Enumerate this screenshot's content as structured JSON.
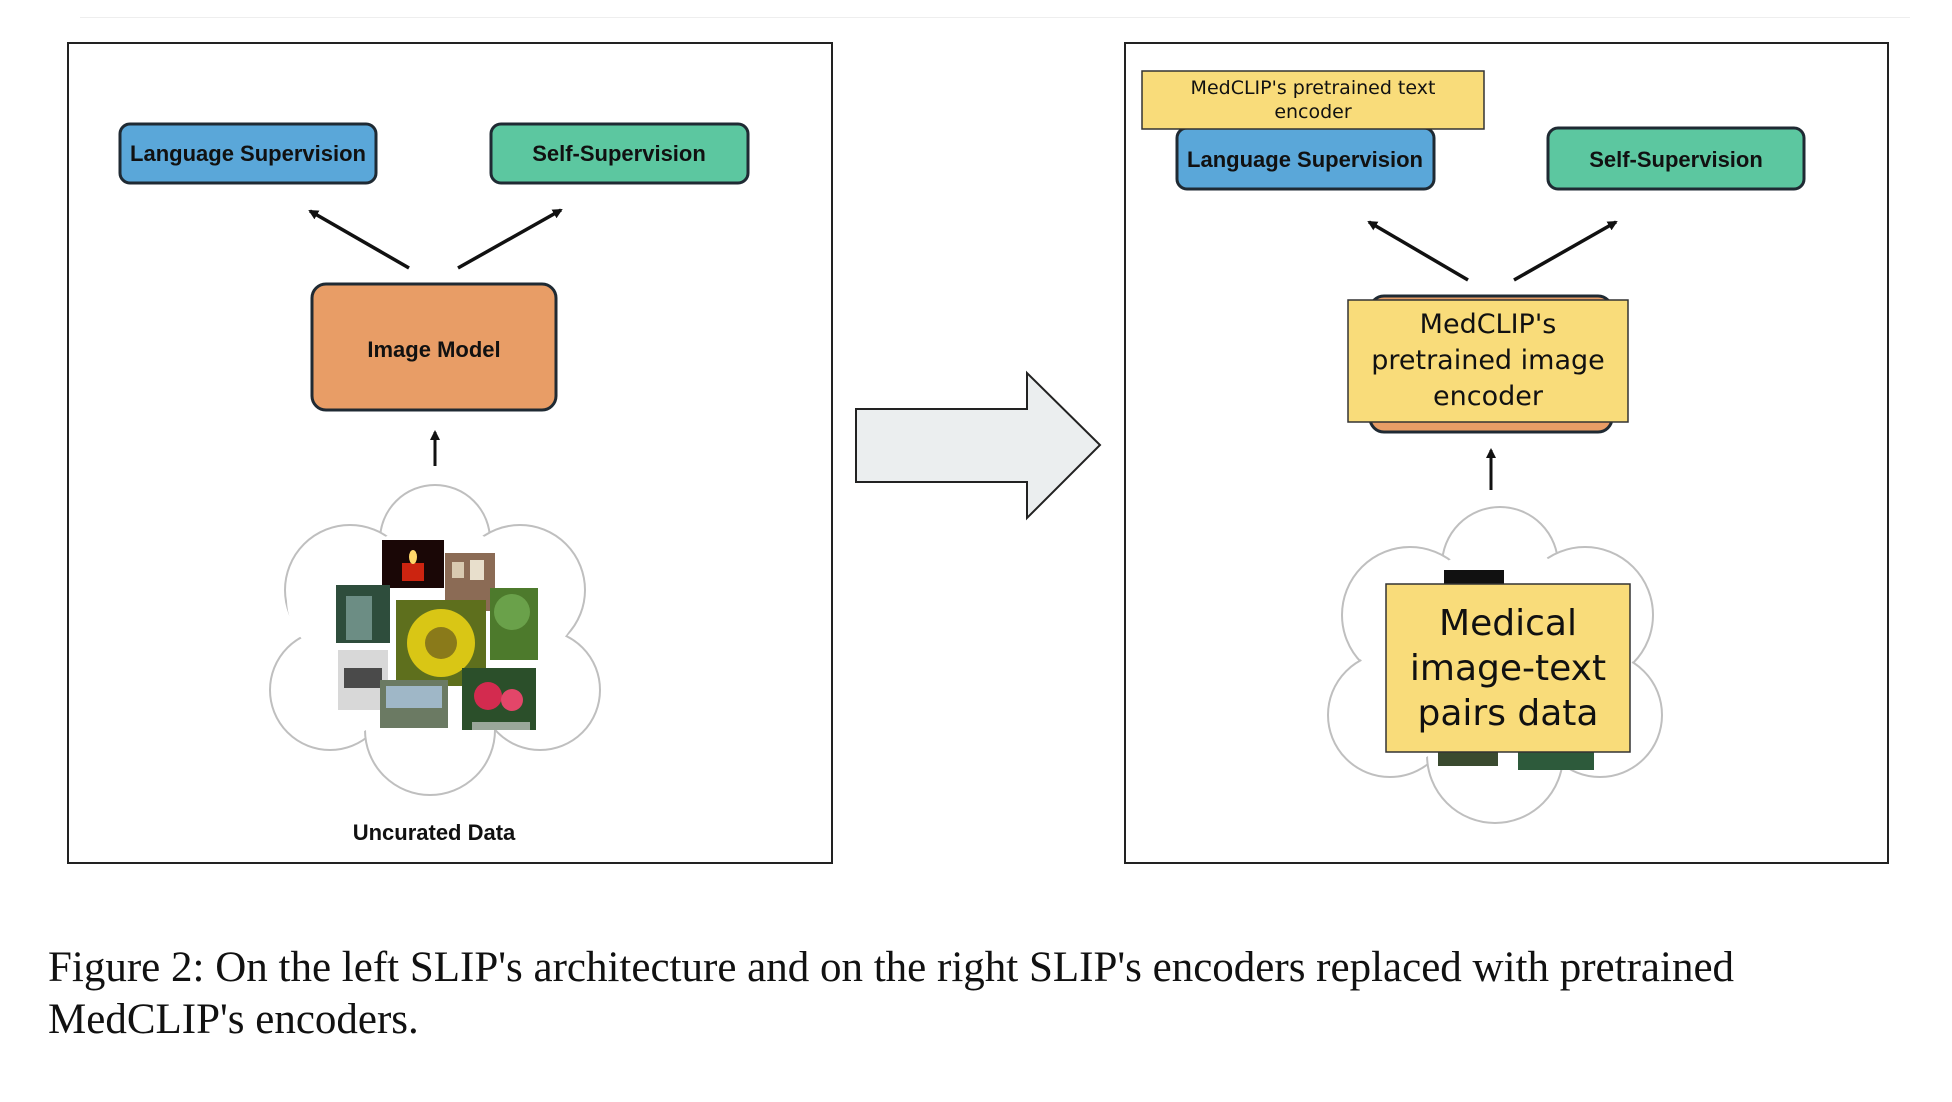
{
  "left_panel": {
    "language_label": "Language Supervision",
    "self_label": "Self-Supervision",
    "image_model_label": "Image Model",
    "data_label": "Uncurated Data"
  },
  "right_panel": {
    "text_encoder_label": "MedCLIP's pretrained text encoder",
    "language_label": "Language Supervision",
    "self_label": "Self-Supervision",
    "image_encoder_label": "MedCLIP's pretrained image encoder",
    "data_label": "Medical image-text pairs data"
  },
  "caption": "Figure 2: On the left SLIP's architecture and on the right SLIP's encoders replaced with pretrained MedCLIP's encoders.",
  "colors": {
    "language_box": "#5aa7d9",
    "self_box": "#5cc7a0",
    "image_model_box": "#e89d66",
    "yellow_note": "#f9dc7a",
    "big_arrow": "#ebeeef",
    "cloud_fill": "#ffffff",
    "cloud_stroke": "#bfbfbf"
  }
}
